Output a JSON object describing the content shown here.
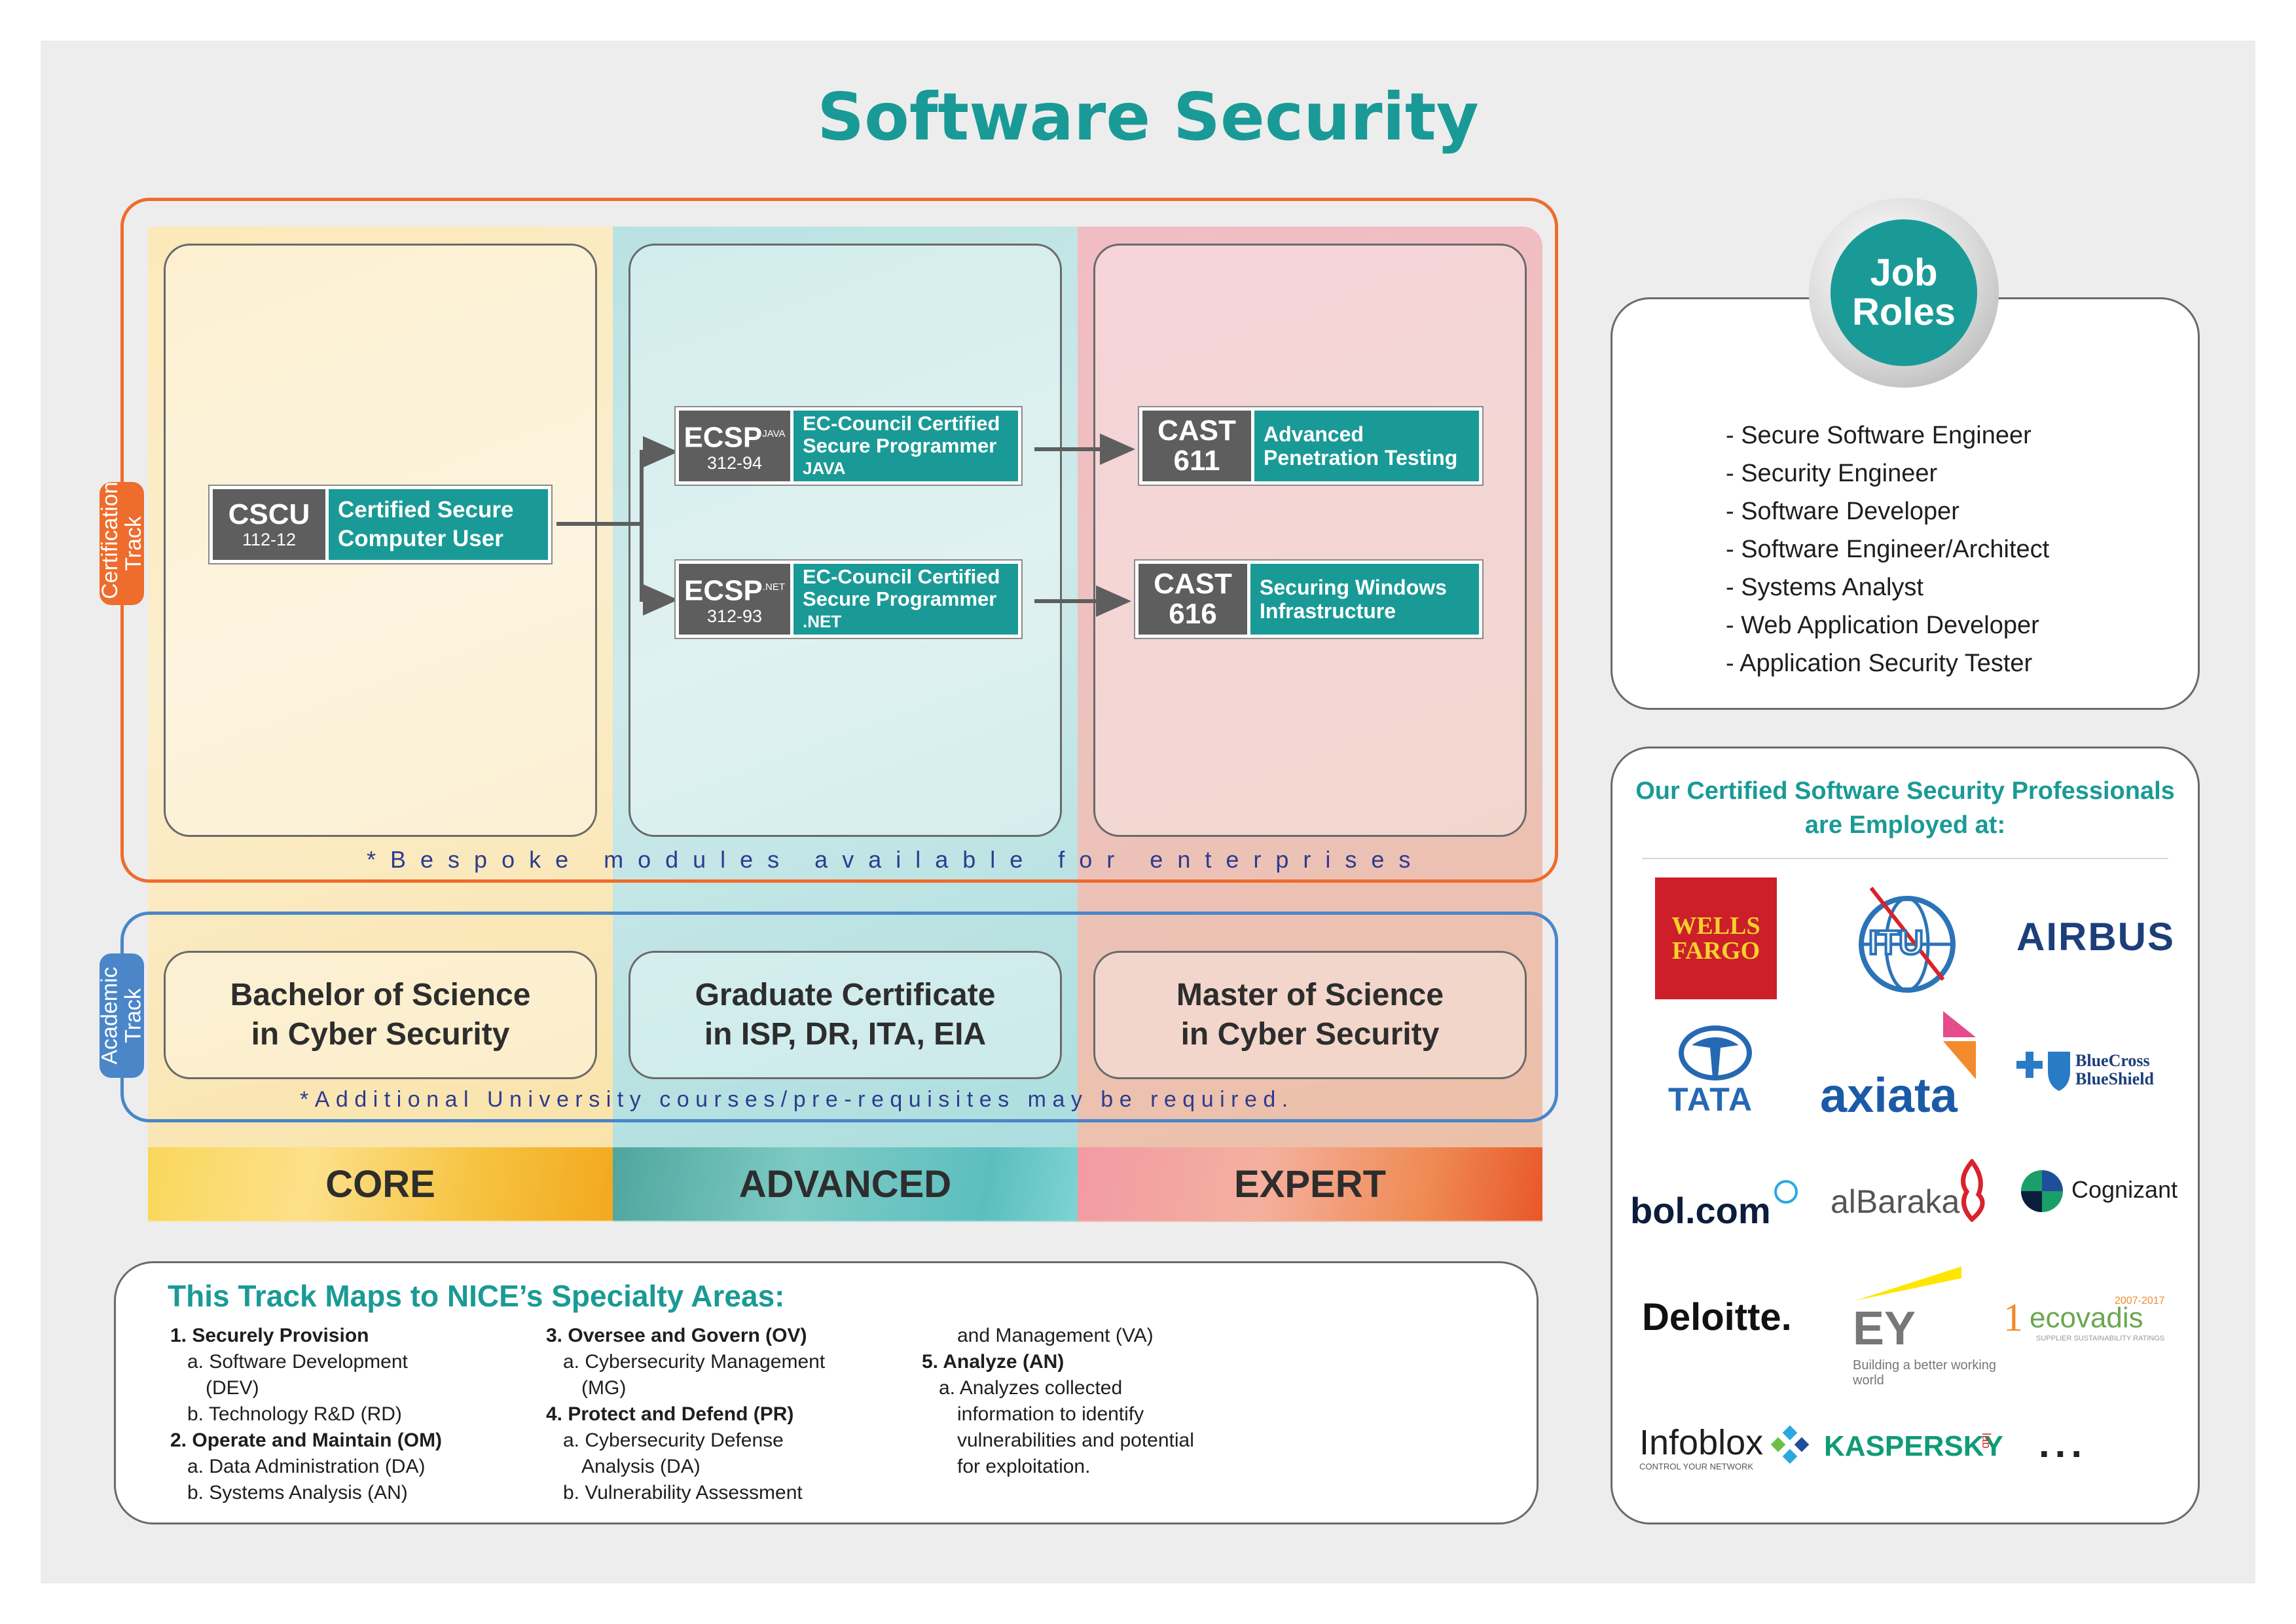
{
  "title": "Software Security",
  "certification_track": {
    "label": "Certification Track",
    "note": "*Bespoke modules available for enterprises",
    "certs": [
      {
        "code": "CSCU",
        "sub": "",
        "number": "112-12",
        "name_lines": [
          "Certified Secure",
          "Computer User"
        ]
      },
      {
        "code": "ECSP",
        "sub": "JAVA",
        "number": "312-94",
        "name_lines": [
          "EC-Council Certified",
          "Secure Programmer",
          "JAVA"
        ]
      },
      {
        "code": "ECSP",
        "sub": ".NET",
        "number": "312-93",
        "name_lines": [
          "EC-Council Certified",
          "Secure Programmer",
          ".NET"
        ]
      },
      {
        "code": "CAST",
        "sub": "",
        "number": "611",
        "name_lines": [
          "Advanced",
          "Penetration Testing"
        ]
      },
      {
        "code": "CAST",
        "sub": "",
        "number": "616",
        "name_lines": [
          "Securing Windows",
          "Infrastructure"
        ]
      }
    ]
  },
  "academic_track": {
    "label": "Academic Track",
    "note": "*Additional University courses/pre-requisites may be required.",
    "programs": [
      {
        "line1": "Bachelor of Science",
        "line2": "in Cyber Security"
      },
      {
        "line1": "Graduate Certificate",
        "line2": "in ISP, DR, ITA, EIA"
      },
      {
        "line1": "Master of Science",
        "line2": "in Cyber Security"
      }
    ]
  },
  "levels": [
    "CORE",
    "ADVANCED",
    "EXPERT"
  ],
  "nice": {
    "title": "This Track Maps to NICE’s Specialty Areas:",
    "col1": [
      {
        "t": "1. Securely Provision",
        "h": true,
        "i": 0
      },
      {
        "t": "a. Software Development",
        "h": false,
        "i": 1
      },
      {
        "t": "(DEV)",
        "h": false,
        "i": 2
      },
      {
        "t": "b. Technology R&D (RD)",
        "h": false,
        "i": 1
      },
      {
        "t": "2. Operate and Maintain (OM)",
        "h": true,
        "i": 0
      },
      {
        "t": "a. Data Administration (DA)",
        "h": false,
        "i": 1
      },
      {
        "t": "b. Systems Analysis (AN)",
        "h": false,
        "i": 1
      }
    ],
    "col2": [
      {
        "t": "3. Oversee and Govern (OV)",
        "h": true,
        "i": 0
      },
      {
        "t": "a. Cybersecurity Management",
        "h": false,
        "i": 1
      },
      {
        "t": "(MG)",
        "h": false,
        "i": 2
      },
      {
        "t": "4. Protect and Defend (PR)",
        "h": true,
        "i": 0
      },
      {
        "t": "a. Cybersecurity Defense",
        "h": false,
        "i": 1
      },
      {
        "t": "Analysis (DA)",
        "h": false,
        "i": 2
      },
      {
        "t": "b. Vulnerability Assessment",
        "h": false,
        "i": 1
      }
    ],
    "col3": [
      {
        "t": "and Management (VA)",
        "h": false,
        "i": 2
      },
      {
        "t": "5. Analyze (AN)",
        "h": true,
        "i": 0
      },
      {
        "t": "a. Analyzes collected",
        "h": false,
        "i": 1
      },
      {
        "t": "information to identify",
        "h": false,
        "i": 2
      },
      {
        "t": "vulnerabilities and potential",
        "h": false,
        "i": 2
      },
      {
        "t": "for exploitation.",
        "h": false,
        "i": 2
      }
    ]
  },
  "job_roles": {
    "title_line1": "Job",
    "title_line2": "Roles",
    "items": [
      "- Secure Software Engineer",
      "- Security Engineer",
      "- Software Developer",
      "- Software Engineer/Architect",
      "- Systems Analyst",
      "- Web Application Developer",
      "- Application Security Tester"
    ]
  },
  "employers": {
    "title_line1": "Our Certified Software Security Professionals",
    "title_line2": "are Employed at:",
    "logos": {
      "wells_fargo": [
        "WELLS",
        "FARGO"
      ],
      "itu": "ITU",
      "airbus": "AIRBUS",
      "tata": "TATA",
      "axiata": "axiata",
      "bluecross": [
        "BlueCross",
        "BlueShield"
      ],
      "bol": "bol.com",
      "albaraka": "alBaraka",
      "cognizant": "Cognizant",
      "deloitte": "Deloitte.",
      "ey": "EY",
      "ey_tagline": "Building a better working world",
      "ecovadis": "ecovadis",
      "ecovadis_years": "2007-2017",
      "ecovadis_tag": "SUPPLIER SUSTAINABILITY RATINGS",
      "infoblox": "Infoblox",
      "infoblox_tag": "CONTROL YOUR NETWORK",
      "kaspersky": "KASPERSKY",
      "kaspersky_lab": "lab",
      "more": "..."
    }
  },
  "colors": {
    "teal": "#1a9a96",
    "orange": "#ee6c2c",
    "blue": "#4a86c8",
    "gray": "#5e5e5f"
  }
}
